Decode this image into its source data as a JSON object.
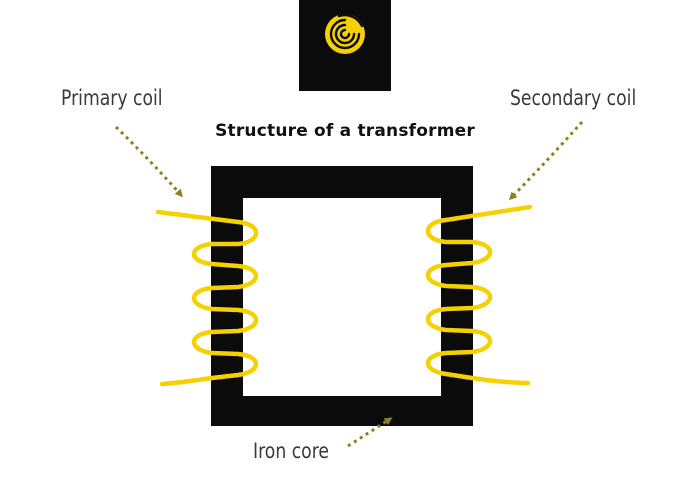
{
  "diagram": {
    "title": "Structure of a transformer",
    "labels": {
      "primary_coil": "Primary coil",
      "secondary_coil": "Secondary coil",
      "iron_core": "Iron core"
    }
  },
  "colors": {
    "coil": "#f5d100",
    "core": "#0b0b0b",
    "arrow": "#8c8021",
    "logo_background": "#0b0b0b",
    "logo_mark": "#f5d100"
  },
  "icons": {
    "logo": "yellow-spiral-logo-icon"
  }
}
